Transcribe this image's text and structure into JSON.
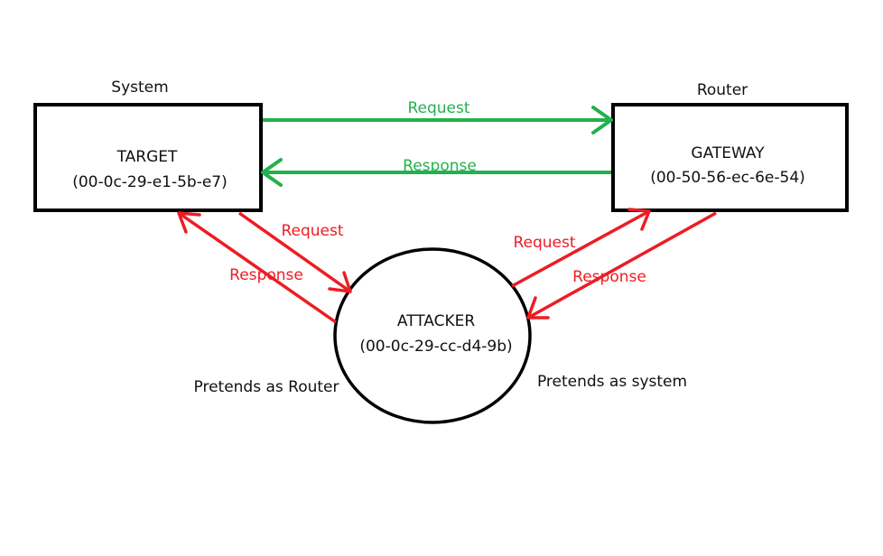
{
  "colors": {
    "green": "#22b14c",
    "red": "#ed1c24",
    "black": "#000000"
  },
  "system_label": "System",
  "router_label": "Router",
  "target": {
    "title": "TARGET",
    "mac": "(00-0c-29-e1-5b-e7)"
  },
  "gateway": {
    "title": "GATEWAY",
    "mac": "(00-50-56-ec-6e-54)"
  },
  "attacker": {
    "title": "ATTACKER",
    "mac": "(00-0c-29-cc-d4-9b)"
  },
  "direct": {
    "request": "Request",
    "response": "Response"
  },
  "left_link": {
    "request": "Request",
    "response": "Response",
    "caption": "Pretends as Router"
  },
  "right_link": {
    "request": "Request",
    "response": "Response",
    "caption": "Pretends as system"
  }
}
